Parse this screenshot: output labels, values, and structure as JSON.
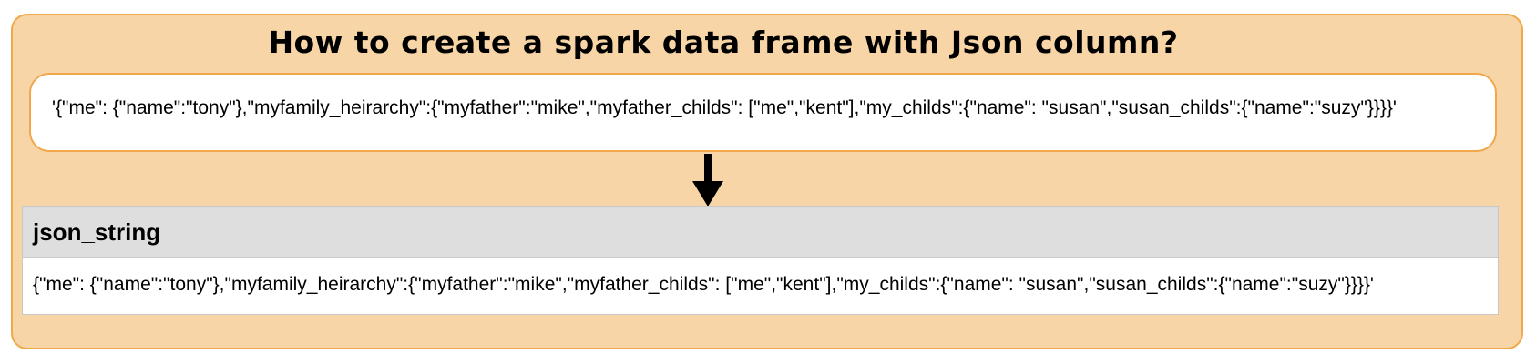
{
  "title": "How to create a spark data frame with Json column?",
  "input_string": "'{\"me\": {\"name\":\"tony\"},\"myfamily_heirarchy\":{\"myfather\":\"mike\",\"myfather_childs\": [\"me\",\"kent\"],\"my_childs\":{\"name\": \"susan\",\"susan_childs\":{\"name\":\"suzy\"}}}}'",
  "table": {
    "column_header": "json_string",
    "row_value": "{\"me\": {\"name\":\"tony\"},\"myfamily_heirarchy\":{\"myfather\":\"mike\",\"myfather_childs\": [\"me\",\"kent\"],\"my_childs\":{\"name\": \"susan\",\"susan_childs\":{\"name\":\"suzy\"}}}}'"
  },
  "colors": {
    "frame_fill": "#f7d5a6",
    "frame_border": "#f0a84a",
    "header_fill": "#dedede",
    "arrow": "#000000"
  },
  "icons": {
    "arrow": "down-arrow-icon"
  }
}
